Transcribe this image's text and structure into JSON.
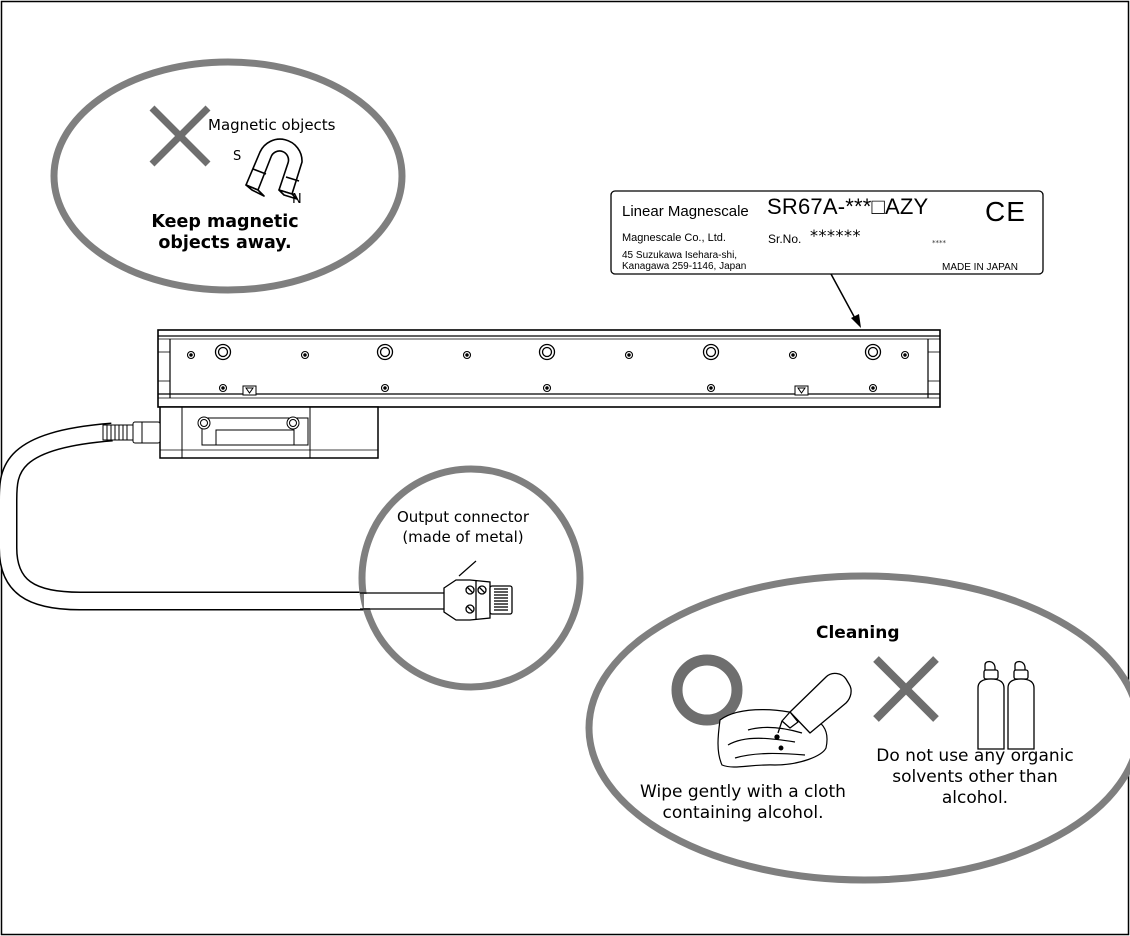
{
  "magnetic_warning": {
    "label": "Magnetic objects",
    "pole_s": "S",
    "pole_n": "N",
    "caption": "Keep magnetic objects away.",
    "cross_icon": "cross-icon",
    "magnet_icon": "horseshoe-magnet-icon"
  },
  "nameplate": {
    "title": "Linear Magnescale",
    "model": "SR67A-***□AZY",
    "ce_mark": "CE",
    "company": "Magnescale Co., Ltd.",
    "serial_label": "Sr.No.",
    "serial_value": "******",
    "serial_small": "****",
    "address_line1": "45 Suzukawa Isehara-shi,",
    "address_line2": "Kanagawa 259-1146, Japan",
    "made_in": "MADE IN JAPAN"
  },
  "connector_callout": {
    "label": "Output connector (made of metal)"
  },
  "cleaning": {
    "title": "Cleaning",
    "ok_caption": "Wipe gently with a cloth containing alcohol.",
    "ng_caption": "Do not use any organic solvents other than alcohol.",
    "ok_icon": "circle-ok-icon",
    "ng_icon": "cross-icon",
    "bottle_icon": "alcohol-bottle-icon",
    "solvent_icon": "solvent-bottle-icon"
  },
  "colors": {
    "callout_gray": "#7f7f7f",
    "line": "#000000",
    "background": "#ffffff"
  }
}
